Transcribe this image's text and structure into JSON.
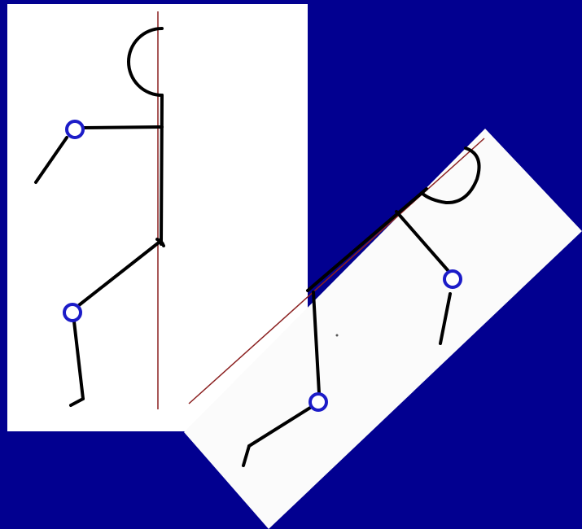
{
  "colors": {
    "background": "#020090",
    "panel": "#ffffff",
    "panel_rotated": "#fbfbfb",
    "limb": "#000000",
    "reference_line": "#8b2020",
    "joint": "#1c1cc8"
  },
  "figures": [
    {
      "pose": "upright",
      "reference_line": "vertical",
      "head": "half-circle",
      "joints": [
        "elbow",
        "knee"
      ]
    },
    {
      "pose": "rotated",
      "reference_line": "diagonal",
      "head": "half-circle",
      "joints": [
        "elbow",
        "knee"
      ]
    }
  ],
  "icons": {
    "joint": "circle-joint-icon",
    "head": "half-circle-head-icon"
  }
}
